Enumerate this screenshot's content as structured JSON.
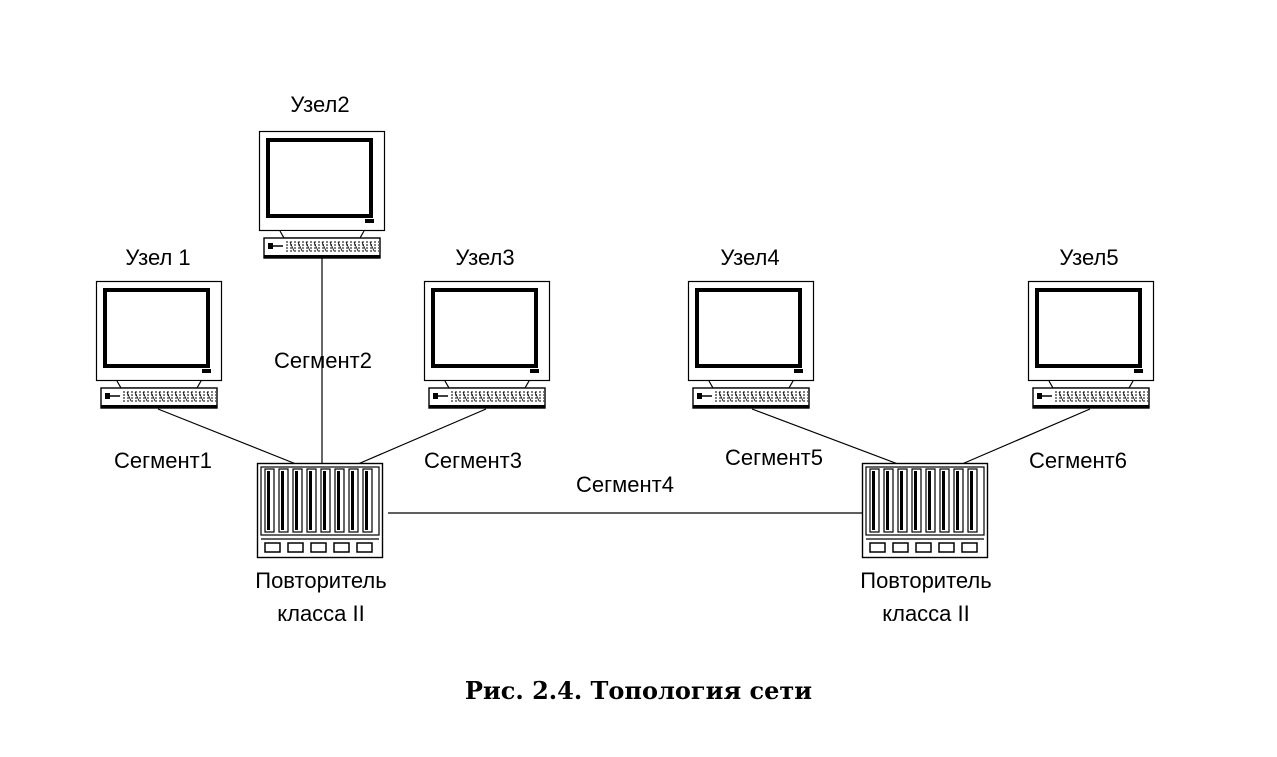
{
  "nodes": [
    {
      "label": "Узел 1"
    },
    {
      "label": "Узел2"
    },
    {
      "label": "Узел3"
    },
    {
      "label": "Узел4"
    },
    {
      "label": "Узел5"
    }
  ],
  "segments": [
    {
      "label": "Сегмент1"
    },
    {
      "label": "Сегмент2"
    },
    {
      "label": "Сегмент3"
    },
    {
      "label": "Сегмент4"
    },
    {
      "label": "Сегмент5"
    },
    {
      "label": "Сегмент6"
    }
  ],
  "repeaters": [
    {
      "label_line1": "Повторитель",
      "label_line2": "класса II"
    },
    {
      "label_line1": "Повторитель",
      "label_line2": "класса II"
    }
  ],
  "caption": "Рис. 2.4. Топология сети"
}
